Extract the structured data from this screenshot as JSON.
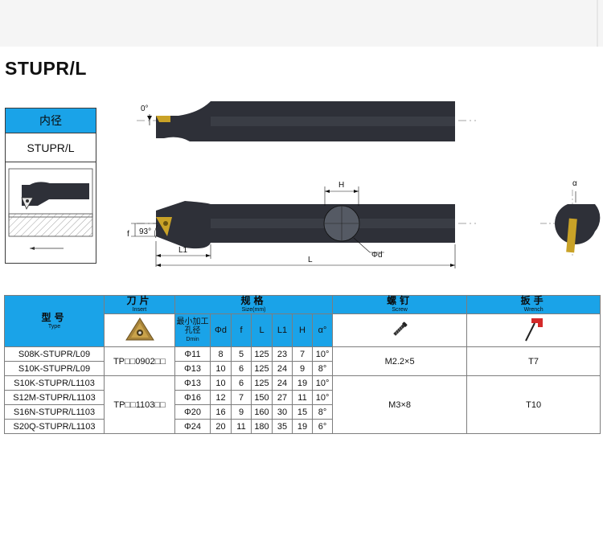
{
  "title": "STUPR/L",
  "infobox": {
    "header": "内径",
    "code": "STUPR/L"
  },
  "drawing": {
    "angle_top": "0°",
    "angle_side": "93°",
    "label_f": "f",
    "label_L1": "L1",
    "label_L": "L",
    "label_H": "H",
    "label_phi_d": "Φd",
    "label_alpha": "α"
  },
  "table": {
    "headers": {
      "type_zh": "型号",
      "type_en": "Type",
      "insert_zh": "刀片",
      "insert_en": "Insert",
      "size_zh": "规格",
      "size_en": "Size(mm)",
      "screw_zh": "螺钉",
      "screw_en": "Screw",
      "wrench_zh": "扳手",
      "wrench_en": "Wrench"
    },
    "subheaders": {
      "dmin_zh": "最小加工孔径",
      "dmin_en": "Dmin",
      "phi_d": "Φd",
      "f": "f",
      "L": "L",
      "L1": "L1",
      "H": "H",
      "alpha": "α°"
    },
    "icons": {
      "insert": "triangular-insert-icon",
      "screw": "screw-icon",
      "wrench": "torx-wrench-icon"
    },
    "groups": [
      {
        "insert": "TP□□0902□□",
        "screw": "M2.2×5",
        "wrench": "T7"
      },
      {
        "insert": "TP□□1103□□",
        "screw": "M3×8",
        "wrench": "T10"
      }
    ],
    "rows": [
      {
        "type": "S08K-STUPR/L09",
        "dmin": "Φ11",
        "d": "8",
        "f": "5",
        "L": "125",
        "L1": "23",
        "H": "7",
        "alpha": "10°"
      },
      {
        "type": "S10K-STUPR/L09",
        "dmin": "Φ13",
        "d": "10",
        "f": "6",
        "L": "125",
        "L1": "24",
        "H": "9",
        "alpha": "8°"
      },
      {
        "type": "S10K-STUPR/L1103",
        "dmin": "Φ13",
        "d": "10",
        "f": "6",
        "L": "125",
        "L1": "24",
        "H": "19",
        "alpha": "10°"
      },
      {
        "type": "S12M-STUPR/L1103",
        "dmin": "Φ16",
        "d": "12",
        "f": "7",
        "L": "150",
        "L1": "27",
        "H": "11",
        "alpha": "10°"
      },
      {
        "type": "S16N-STUPR/L1103",
        "dmin": "Φ20",
        "d": "16",
        "f": "9",
        "L": "160",
        "L1": "30",
        "H": "15",
        "alpha": "8°"
      },
      {
        "type": "S20Q-STUPR/L1103",
        "dmin": "Φ24",
        "d": "20",
        "f": "11",
        "L": "180",
        "L1": "35",
        "H": "19",
        "alpha": "6°"
      }
    ]
  },
  "colors": {
    "header_blue": "#1aa3e8",
    "tool_body": "#2e3038",
    "insert_gold": "#c9a227",
    "wrench_red": "#d42a2a"
  }
}
